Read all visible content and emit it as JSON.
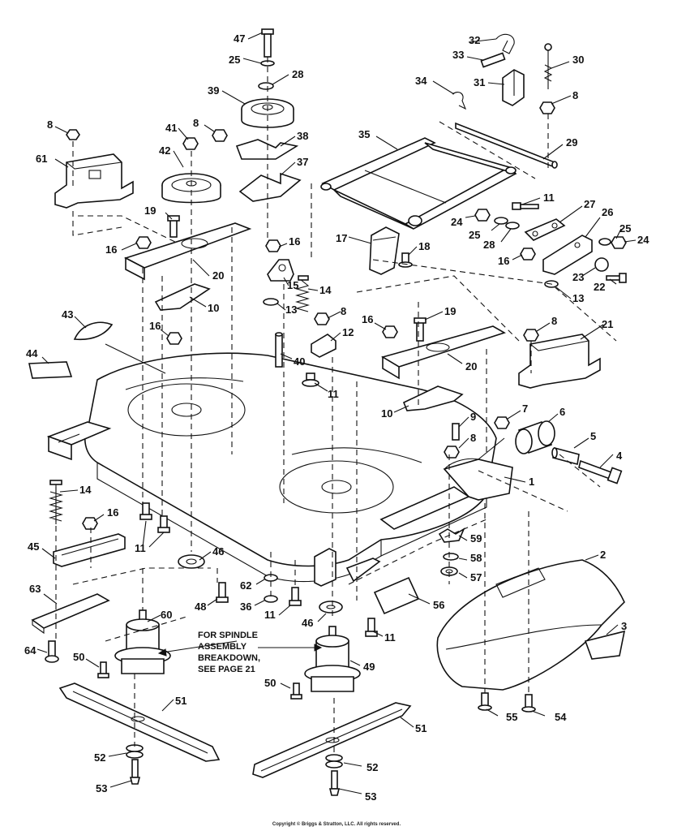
{
  "callouts": {
    "c1": "1",
    "c2": "2",
    "c3": "3",
    "c4": "4",
    "c5": "5",
    "c6": "6",
    "c7": "7",
    "c8": "8",
    "c9": "9",
    "c10": "10",
    "c11": "11",
    "c12": "12",
    "c13": "13",
    "c14": "14",
    "c15": "15",
    "c16": "16",
    "c17": "17",
    "c18": "18",
    "c19": "19",
    "c20": "20",
    "c21": "21",
    "c22": "22",
    "c23": "23",
    "c24": "24",
    "c25": "25",
    "c26": "26",
    "c27": "27",
    "c28": "28",
    "c29": "29",
    "c30": "30",
    "c31": "31",
    "c32": "32",
    "c33": "33",
    "c34": "34",
    "c35": "35",
    "c36": "36",
    "c37": "37",
    "c38": "38",
    "c39": "39",
    "c40": "40",
    "c41": "41",
    "c42": "42",
    "c43": "43",
    "c44": "44",
    "c45": "45",
    "c46": "46",
    "c47": "47",
    "c48": "48",
    "c49": "49",
    "c50": "50",
    "c51": "51",
    "c52": "52",
    "c53": "53",
    "c54": "54",
    "c55": "55",
    "c56": "56",
    "c57": "57",
    "c58": "58",
    "c59": "59",
    "c60": "60",
    "c61": "61",
    "c62": "62",
    "c63": "63",
    "c64": "64"
  },
  "note": {
    "line1": "FOR SPINDLE",
    "line2": "ASSEMBLY",
    "line3": "BREAKDOWN,",
    "line4": "SEE PAGE 21"
  },
  "copyright": "Copyright © Briggs & Stratton, LLC. All rights reserved."
}
